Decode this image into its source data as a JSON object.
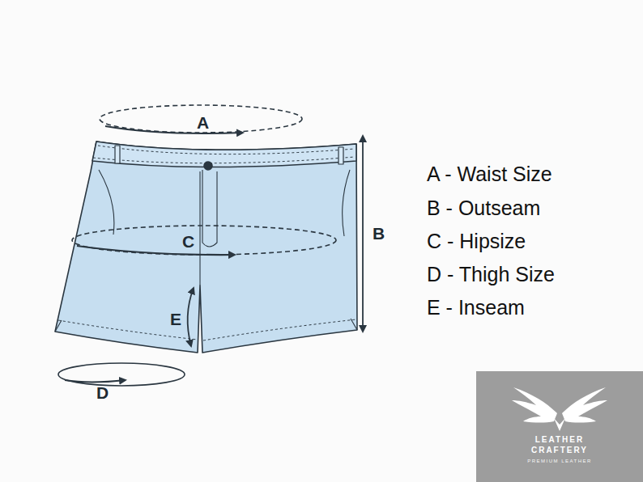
{
  "diagram": {
    "nodes": [
      {
        "text": [
          "LEATHER CRAFTERY",
          "PREMIUM LEATHER"
        ]
      }
    ],
    "labels": [
      "A",
      "B",
      "C",
      "D",
      "E",
      "A - Waist Size",
      "B - Outseam",
      "C - Hipsize",
      "D - Thigh Size",
      "E - Inseam"
    ]
  }
}
